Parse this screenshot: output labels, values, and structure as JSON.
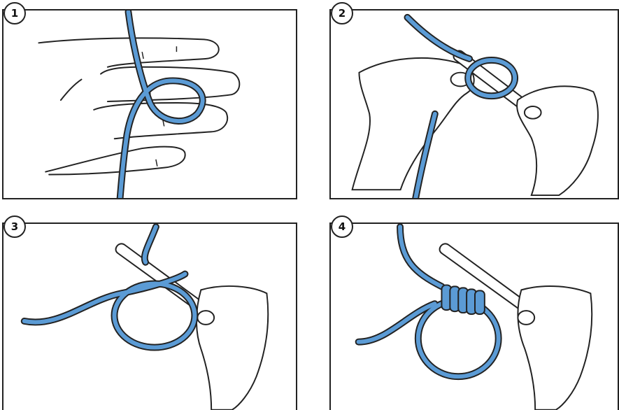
{
  "steps": [
    {
      "number": "1",
      "illustration": "yarn-wrapped-around-fingers"
    },
    {
      "number": "2",
      "illustration": "hook-inserted-into-loop"
    },
    {
      "number": "3",
      "illustration": "yarn-over-hook-pull-through"
    },
    {
      "number": "4",
      "illustration": "stitches-worked-into-ring"
    }
  ],
  "colors": {
    "yarn": "#5b9bd5",
    "ink": "#222222",
    "background": "#ffffff"
  }
}
